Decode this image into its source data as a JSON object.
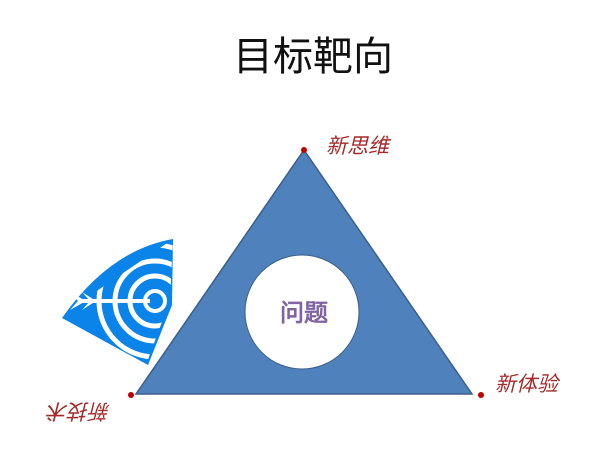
{
  "title": "目标靶向",
  "center": {
    "label": "问题"
  },
  "vertices": {
    "top": "新思维",
    "right": "新体验",
    "left": "新技术"
  },
  "colors": {
    "triangle_fill": "#4f81bd",
    "triangle_stroke": "#3a5f8c",
    "target_blue": "#0a84e8",
    "label_red": "#a52a2a",
    "dot_red": "#c00000",
    "center_text": "#8064a2"
  },
  "icons": {
    "target": "bullseye-arrow-icon"
  }
}
